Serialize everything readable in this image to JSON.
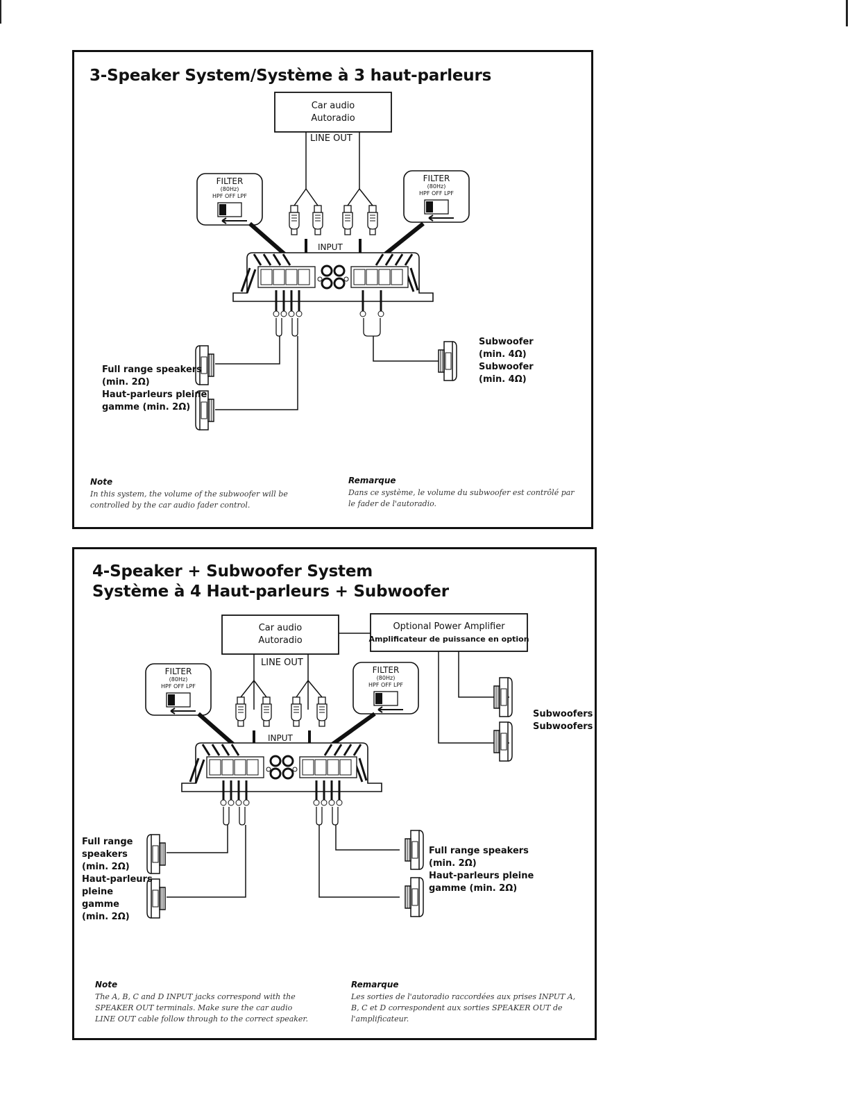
{
  "panel1": {
    "title": "3-Speaker System/Système à 3 haut-parleurs",
    "car_audio": [
      "Car audio",
      "Autoradio"
    ],
    "line_out": "LINE OUT",
    "input": "INPUT",
    "filter": {
      "title": "FILTER",
      "freq": "(80Hz)",
      "modes": "HPF OFF LPF"
    },
    "full_range_label": [
      "Full range speakers",
      "(min. 2Ω)",
      "Haut-parleurs pleine",
      "gamme (min. 2Ω)"
    ],
    "subwoofer_label": [
      "Subwoofer",
      "(min. 4Ω)",
      "Subwoofer",
      "(min. 4Ω)"
    ],
    "note": {
      "heading": "Note",
      "text": "In this system, the volume of the subwoofer will be controlled by the car audio fader control."
    },
    "remarque": {
      "heading": "Remarque",
      "text": "Dans ce système, le volume du subwoofer est contrôlé par le fader de l'autoradio."
    }
  },
  "panel2": {
    "title_line1": "4-Speaker + Subwoofer System",
    "title_line2": "Système à 4 Haut-parleurs + Subwoofer",
    "car_audio": [
      "Car audio",
      "Autoradio"
    ],
    "optional_amp": [
      "Optional Power Amplifier",
      "Amplificateur de puissance en option"
    ],
    "line_out": "LINE OUT",
    "input": "INPUT",
    "filter": {
      "title": "FILTER",
      "freq": "(80Hz)",
      "modes": "HPF OFF LPF"
    },
    "subwoofers_label": [
      "Subwoofers",
      "Subwoofers"
    ],
    "full_range_left": [
      "Full range",
      "speakers",
      "(min. 2Ω)",
      "Haut-parleurs",
      "pleine",
      "gamme",
      "(min. 2Ω)"
    ],
    "full_range_right": [
      "Full range speakers",
      "(min. 2Ω)",
      "Haut-parleurs pleine",
      "gamme (min. 2Ω)"
    ],
    "note": {
      "heading": "Note",
      "text": "The A, B, C and D INPUT jacks correspond with the SPEAKER OUT terminals. Make sure the car audio LINE OUT cable follow through to the correct speaker."
    },
    "remarque": {
      "heading": "Remarque",
      "text": "Les sorties de l'autoradio raccordées aux prises INPUT A, B, C et D correspondent aux sorties SPEAKER OUT de l'amplificateur."
    }
  }
}
